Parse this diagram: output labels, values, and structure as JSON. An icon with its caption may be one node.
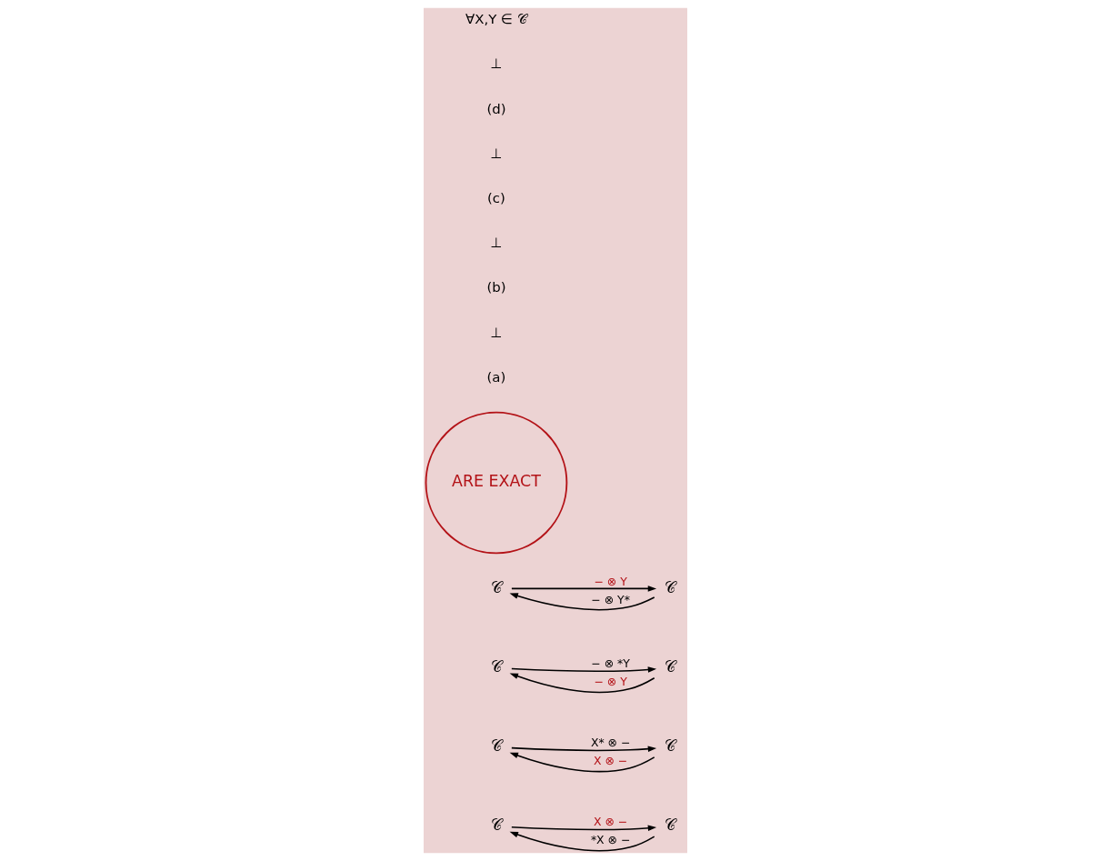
{
  "diagram": {
    "nodes": [
      {
        "text": [
          "𝒞"
        ]
      },
      {
        "text": [
          "𝒞"
        ]
      },
      {
        "text": [
          "𝒞"
        ]
      },
      {
        "text": [
          "𝒞"
        ]
      },
      {
        "text": [
          "𝒞"
        ]
      },
      {
        "text": [
          "𝒞"
        ]
      },
      {
        "text": [
          "𝒞"
        ]
      },
      {
        "text": [
          "𝒞"
        ]
      },
      {
        "text": [
          "ARE EXACT"
        ]
      }
    ],
    "edges": [
      {
        "from": 0,
        "to": 1,
        "arrow": "to",
        "label": "X ⊗ −"
      },
      {
        "from": 1,
        "to": 0,
        "arrow": "to",
        "label": "*X ⊗ −"
      },
      {
        "from": 2,
        "to": 3,
        "arrow": "to",
        "label": "X* ⊗ −"
      },
      {
        "from": 3,
        "to": 2,
        "arrow": "to",
        "label": "X ⊗ −"
      },
      {
        "from": 4,
        "to": 5,
        "arrow": "to",
        "label": "− ⊗ *Y"
      },
      {
        "from": 5,
        "to": 4,
        "arrow": "to",
        "label": "− ⊗ Y"
      },
      {
        "from": 6,
        "to": 7,
        "arrow": "to",
        "label": "− ⊗ Y"
      },
      {
        "from": 7,
        "to": 6,
        "arrow": "to",
        "label": "− ⊗ Y*"
      }
    ],
    "labels": [
      "(a)",
      "⊥",
      "(b)",
      "⊥",
      "(c)",
      "⊥",
      "(d)",
      "⊥",
      "∀X,Y ∈ 𝒞"
    ]
  }
}
